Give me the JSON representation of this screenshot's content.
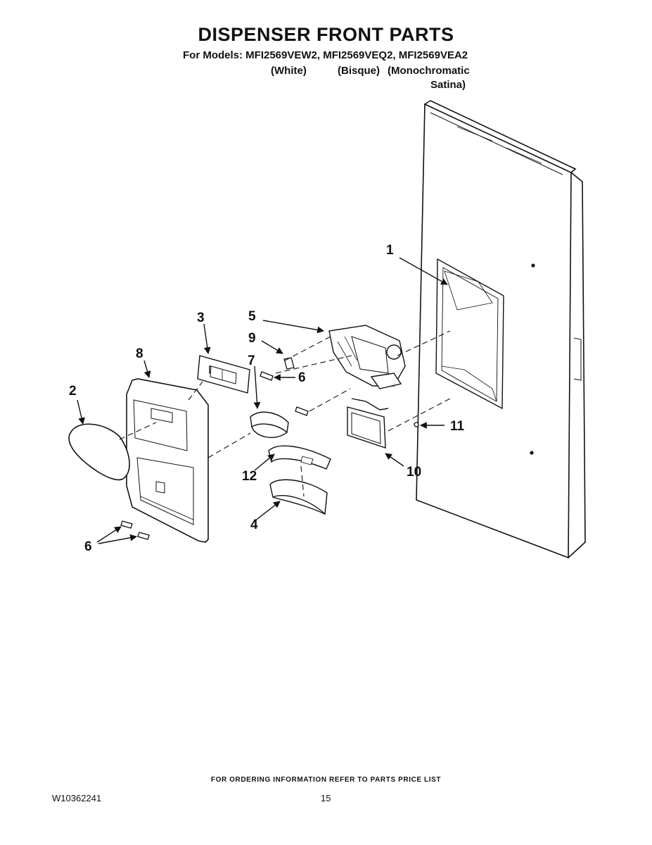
{
  "header": {
    "title": "DISPENSER FRONT PARTS",
    "models_line": "For Models: MFI2569VEW2, MFI2569VEQ2, MFI2569VEA2",
    "variant_white": "(White)",
    "variant_bisque": "(Bisque)",
    "variant_mono_1": "(Monochromatic",
    "variant_mono_2": "Satina)"
  },
  "callouts": {
    "c1": "1",
    "c2": "2",
    "c3": "3",
    "c4": "4",
    "c5": "5",
    "c6a": "6",
    "c6b": "6",
    "c7": "7",
    "c8": "8",
    "c9": "9",
    "c10": "10",
    "c11": "11",
    "c12": "12"
  },
  "footer": {
    "ordering_note": "FOR ORDERING INFORMATION REFER TO PARTS PRICE LIST",
    "document_number": "W10362241",
    "page_number": "15"
  }
}
